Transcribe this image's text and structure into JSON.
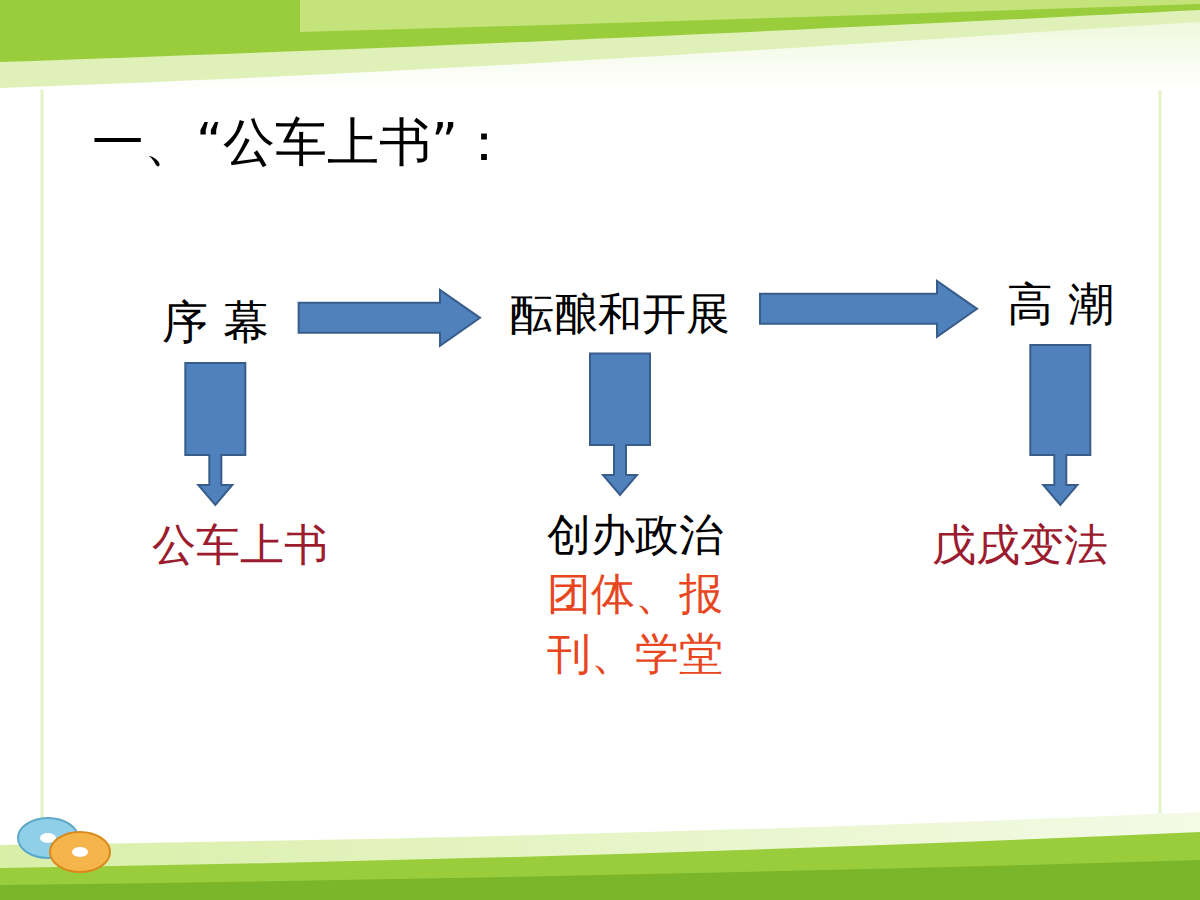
{
  "diagram": {
    "title": "一、“公车上书”：",
    "nodes": [
      {
        "text": [
          "序 幕"
        ]
      },
      {
        "text": [
          "酝酿和开展"
        ]
      },
      {
        "text": [
          "高 潮"
        ]
      },
      {
        "text": [
          "公车上书"
        ]
      },
      {
        "text": [
          "创办政治",
          "团体、报 刊、学堂"
        ]
      },
      {
        "text": [
          "戊戌变法"
        ]
      }
    ],
    "edges": [
      {
        "from": 0,
        "to": 1,
        "arrow": "to"
      },
      {
        "from": 1,
        "to": 2,
        "arrow": "to"
      },
      {
        "from": 0,
        "to": 3,
        "arrow": "to"
      },
      {
        "from": 1,
        "to": 4,
        "arrow": "to"
      },
      {
        "from": 2,
        "to": 5,
        "arrow": "to"
      }
    ]
  }
}
